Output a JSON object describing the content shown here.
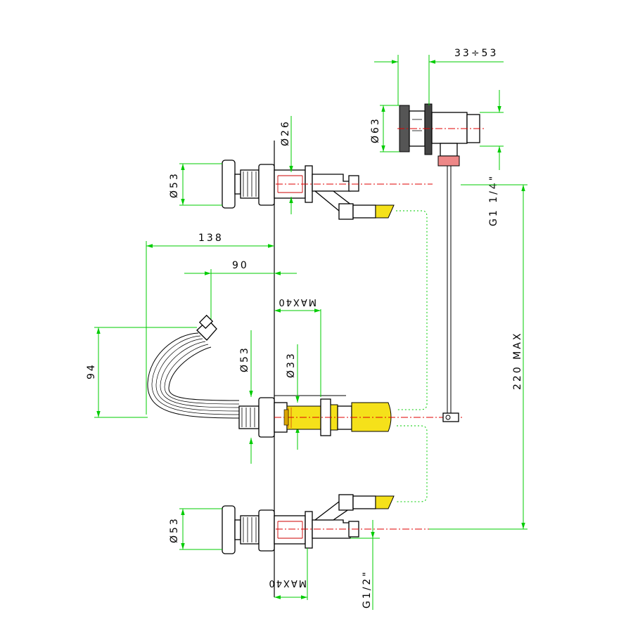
{
  "dimensions": {
    "d_33_53": "33÷53",
    "d_63": "Ø63",
    "d_26": "Ø26",
    "d_53_top": "Ø53",
    "g_1_1_4": "G1 1/4\"",
    "d_138": "138",
    "d_90": "90",
    "max_top": "MAX40",
    "d_94": "94",
    "d_53_mid": "Ø53",
    "d_33": "Ø33",
    "d_220": "220 MAX",
    "d_53_bottom": "Ø53",
    "max_bottom": "MAX40",
    "g_1_2": "G1/2\""
  },
  "colors": {
    "dimension_lines": "#00cc00",
    "center_lines": "#e00000",
    "pipe_fill": "#f5e11a",
    "outline": "#000000"
  }
}
